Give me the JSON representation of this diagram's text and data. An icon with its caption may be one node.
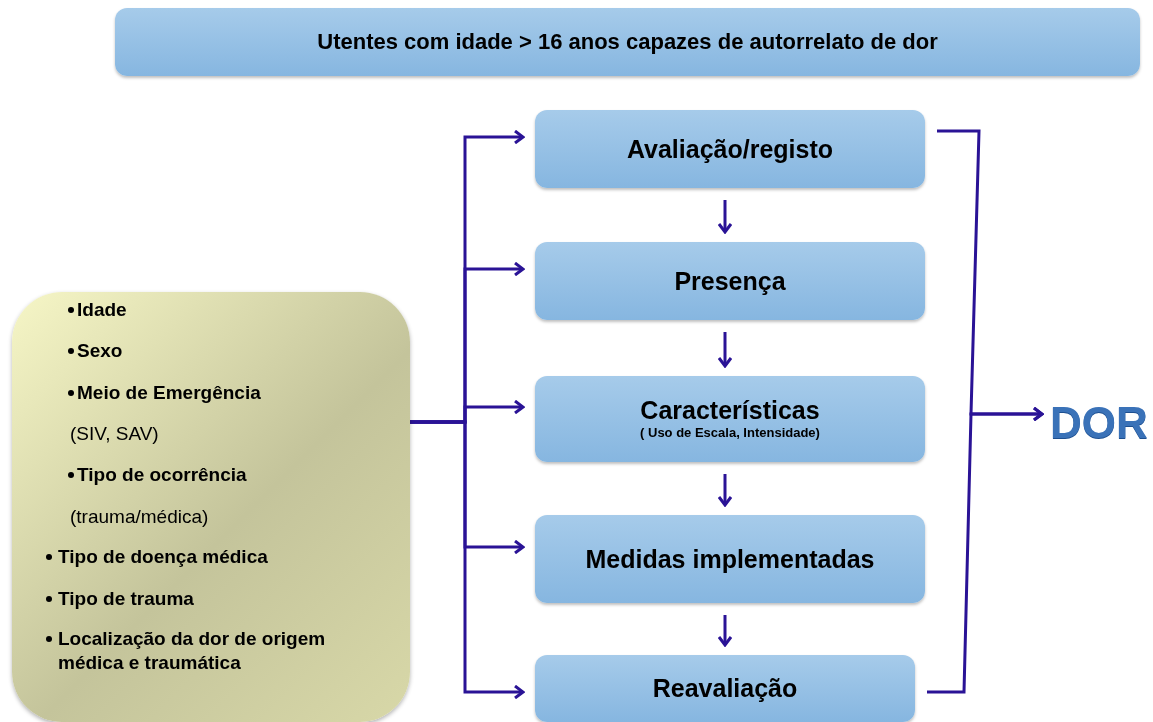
{
  "diagram": {
    "nodes": [
      {
        "text": [
          "Utentes com idade > 16 anos capazes de autorrelato de dor"
        ]
      },
      {
        "text": [
          "Idade",
          "Sexo",
          "Meio de Emergência",
          "(SIV, SAV)",
          "Tipo de ocorrência",
          "(trauma/médica)",
          "Tipo de doença médica",
          "Tipo de trauma",
          "Localização da dor de origem médica e traumática"
        ]
      },
      {
        "text": [
          "Avaliação/registo"
        ]
      },
      {
        "text": [
          "Presença"
        ]
      },
      {
        "text": [
          "Características",
          "( Uso de Escala, Intensidade)"
        ]
      },
      {
        "text": [
          "Medidas implementadas"
        ]
      },
      {
        "text": [
          "Reavaliação"
        ]
      },
      {
        "text": [
          "DOR"
        ]
      }
    ],
    "edges": [
      {
        "from": 1,
        "to": 2,
        "arrow": "to"
      },
      {
        "from": 1,
        "to": 3,
        "arrow": "to"
      },
      {
        "from": 1,
        "to": 4,
        "arrow": "to"
      },
      {
        "from": 1,
        "to": 5,
        "arrow": "to"
      },
      {
        "from": 1,
        "to": 6,
        "arrow": "to"
      },
      {
        "from": 2,
        "to": 3,
        "arrow": "to"
      },
      {
        "from": 3,
        "to": 4,
        "arrow": "to"
      },
      {
        "from": 4,
        "to": 5,
        "arrow": "to"
      },
      {
        "from": 5,
        "to": 6,
        "arrow": "to"
      },
      {
        "from": 2,
        "to": 7,
        "arrow": "to"
      },
      {
        "from": 6,
        "to": 7,
        "arrow": "to"
      }
    ]
  }
}
